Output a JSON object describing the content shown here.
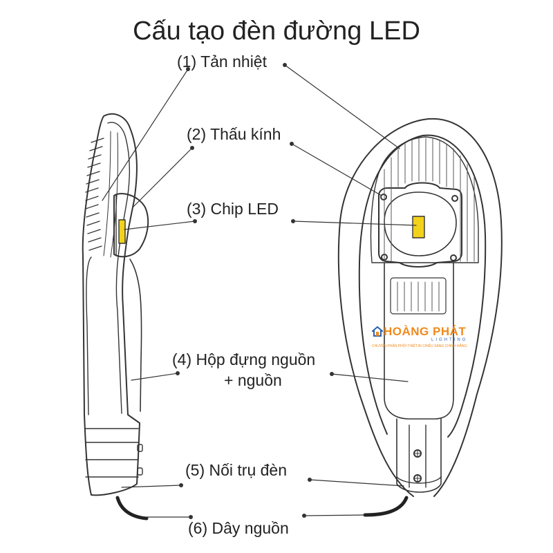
{
  "title": "Cấu tạo đèn đường LED",
  "labels": {
    "heat_sink": "(1) Tản nhiệt",
    "lens": "(2) Thấu kính",
    "chip": "(3) Chip LED",
    "power_box_line1": "(4) Hộp đựng nguồn",
    "power_box_line2": "+ nguồn",
    "pole_connector": "(5) Nối trụ đèn",
    "power_cable": "(6) Dây nguồn"
  },
  "brand": {
    "name": "HOÀNG PHÁT",
    "sub": "LIGHTING",
    "slogan": "CHUYÊN PHÂN PHỐI THIẾT BỊ CHIẾU SÁNG CHÍNH HÃNG"
  },
  "colors": {
    "line": "#333333",
    "chip": "#f2d21b",
    "brand_orange": "#f08a1c",
    "brand_blue": "#2a63b5"
  }
}
